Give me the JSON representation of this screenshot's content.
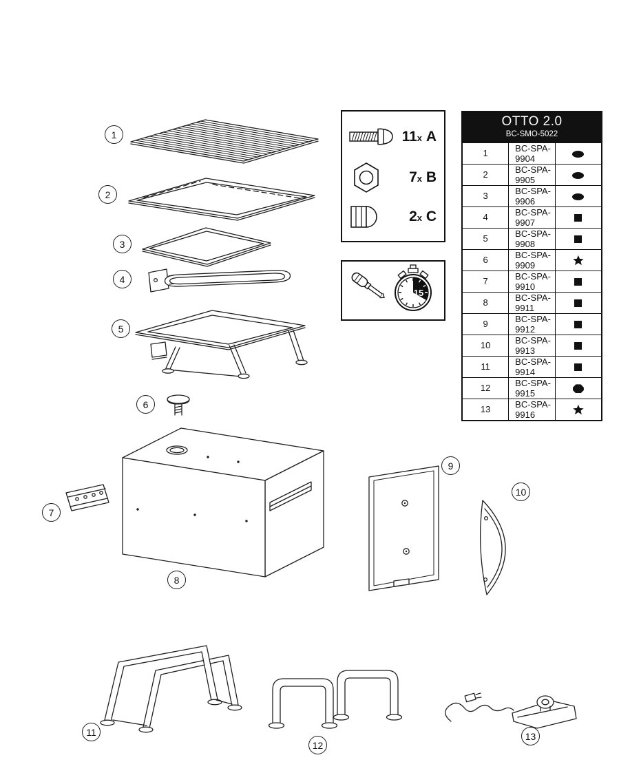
{
  "parts_table": {
    "header": {
      "title": "OTTO 2.0",
      "subtitle": "BC-SMO-5022"
    },
    "rows": [
      {
        "num": "1",
        "part": "BC-SPA-9904",
        "icon": "oval"
      },
      {
        "num": "2",
        "part": "BC-SPA-9905",
        "icon": "oval"
      },
      {
        "num": "3",
        "part": "BC-SPA-9906",
        "icon": "oval"
      },
      {
        "num": "4",
        "part": "BC-SPA-9907",
        "icon": "square"
      },
      {
        "num": "5",
        "part": "BC-SPA-9908",
        "icon": "square"
      },
      {
        "num": "6",
        "part": "BC-SPA-9909",
        "icon": "star"
      },
      {
        "num": "7",
        "part": "BC-SPA-9910",
        "icon": "square"
      },
      {
        "num": "8",
        "part": "BC-SPA-9911",
        "icon": "square"
      },
      {
        "num": "9",
        "part": "BC-SPA-9912",
        "icon": "square"
      },
      {
        "num": "10",
        "part": "BC-SPA-9913",
        "icon": "square"
      },
      {
        "num": "11",
        "part": "BC-SPA-9914",
        "icon": "square"
      },
      {
        "num": "12",
        "part": "BC-SPA-9915",
        "icon": "octagon"
      },
      {
        "num": "13",
        "part": "BC-SPA-9916",
        "icon": "star"
      }
    ]
  },
  "hardware_box": {
    "items": [
      {
        "icon": "screw",
        "count": "11",
        "suffix": "x",
        "label": "A"
      },
      {
        "icon": "hex-nut",
        "count": "7",
        "suffix": "x",
        "label": "B"
      },
      {
        "icon": "cap-nut",
        "count": "2",
        "suffix": "x",
        "label": "C"
      }
    ]
  },
  "tools_box": {
    "time_minutes": "15"
  },
  "callouts": [
    "1",
    "2",
    "3",
    "4",
    "5",
    "6",
    "7",
    "8",
    "9",
    "10",
    "11",
    "12",
    "13"
  ]
}
